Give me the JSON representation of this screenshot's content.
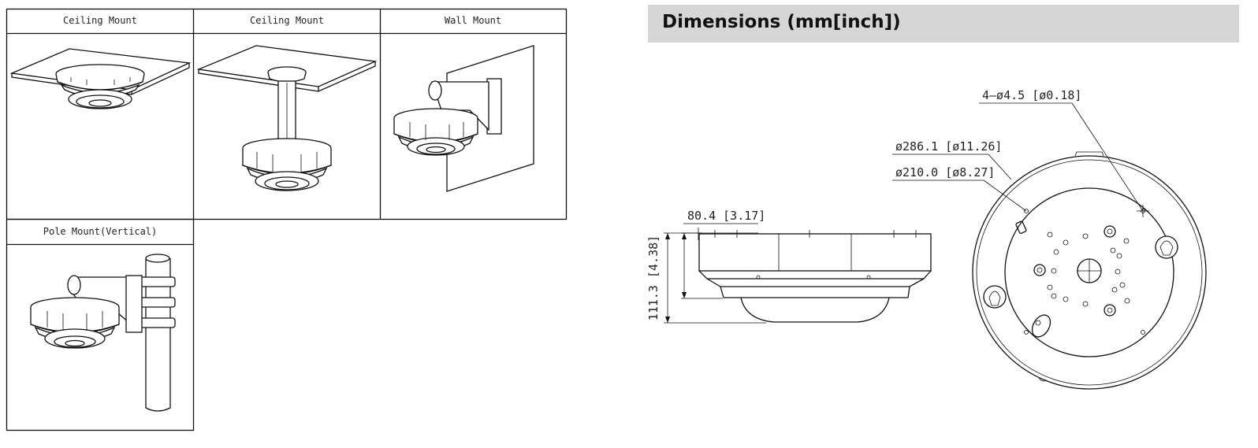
{
  "mount_types": [
    {
      "label": "Ceiling Mount"
    },
    {
      "label": "Ceiling Mount"
    },
    {
      "label": "Wall Mount"
    },
    {
      "label": "Pole Mount(Vertical)"
    }
  ],
  "dimensions": {
    "title": "Dimensions (mm[inch])",
    "width_label": "80.4 [3.17]",
    "height_label": "111.3 [4.38]",
    "hole_label": "4–ø4.5 [ø0.18]",
    "outer_diameter_label": "ø286.1 [ø11.26]",
    "inner_diameter_label": "ø210.0 [ø8.27]"
  },
  "colors": {
    "header_background": "#d6d6d6",
    "line": "#111111"
  }
}
